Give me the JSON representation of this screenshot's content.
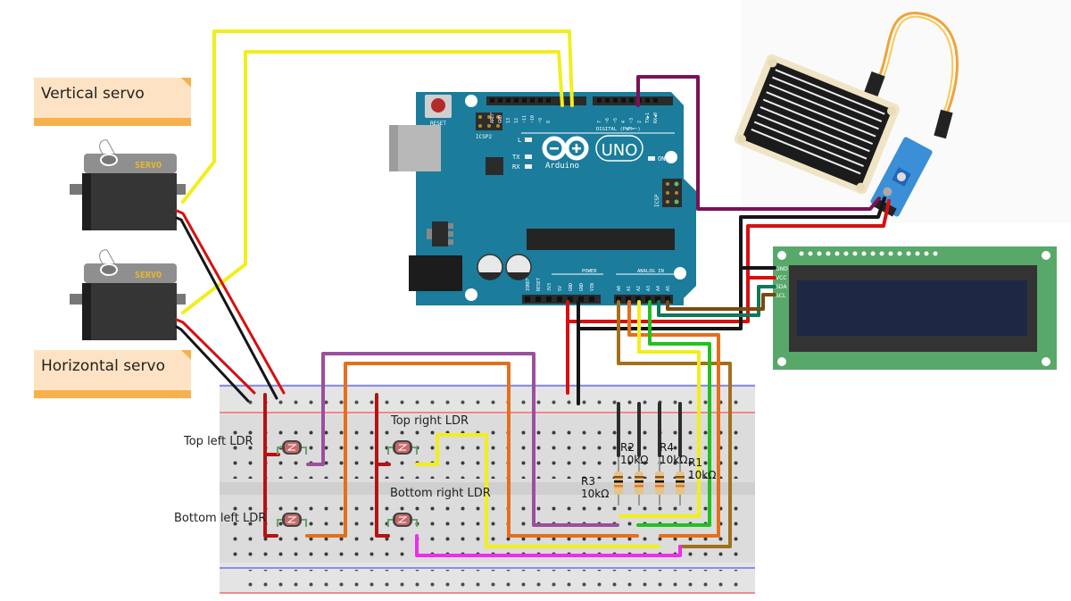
{
  "title": "Solar tracker circuit with Arduino UNO, LDRs, servos, rain sensor and I2C LCD",
  "labels": {
    "vertical_servo": "Vertical servo",
    "horizontal_servo": "Horizontal servo",
    "top_left_ldr": "Top left LDR",
    "bottom_left_ldr": "Bottom left LDR",
    "top_right_ldr": "Top right LDR",
    "bottom_right_ldr": "Bottom right LDR"
  },
  "resistors": [
    {
      "name": "R2",
      "value": "10kΩ"
    },
    {
      "name": "R4",
      "value": "10kΩ"
    },
    {
      "name": "R3",
      "value": "10kΩ"
    },
    {
      "name": "R1",
      "value": "10kΩ"
    }
  ],
  "servo": {
    "brand_text": "SERVO"
  },
  "arduino": {
    "logo_text": "Arduino",
    "model_text": "UNO",
    "reset_label": "RESET",
    "icsp2_label": "ICSP2",
    "icsp_label": "ICSP",
    "led_l": "L",
    "led_tx": "TX",
    "led_rx": "RX",
    "led_on": "ON",
    "digital_label": "DIGITAL (PWM=~)",
    "power_label": "POWER",
    "analog_label": "ANALOG IN",
    "digital_pins": [
      "AREF",
      "GND",
      "13",
      "12",
      "~11",
      "~10",
      "~9",
      "8",
      "7",
      "~6",
      "~5",
      "4",
      "~3",
      "2",
      "TX▶1",
      "RX◀0"
    ],
    "power_pins": [
      "IOREF",
      "RESET",
      "3V3",
      "5V",
      "GND",
      "GND",
      "VIN"
    ],
    "analog_pins": [
      "A0",
      "A1",
      "A2",
      "A3",
      "A4",
      "A5"
    ]
  },
  "lcd": {
    "pins": [
      "GND",
      "VCC",
      "SDA",
      "SCL"
    ]
  },
  "colors": {
    "board_blue": "#1b7c9c",
    "wire_yellow": "#f2ee1c",
    "wire_red": "#d80f0f",
    "wire_black": "#151515",
    "wire_purple": "#9b4f9e",
    "wire_orange": "#e3701c",
    "wire_green": "#21c21e",
    "wire_teal": "#0f7a58",
    "wire_brown": "#a2711c",
    "wire_magenta": "#ee2ee8",
    "wire_maroon": "#7b1158",
    "lcd_green": "#58a86a",
    "lcd_screen": "#1e2845",
    "note_bg": "#fde3c3",
    "note_accent": "#f6b14d"
  }
}
